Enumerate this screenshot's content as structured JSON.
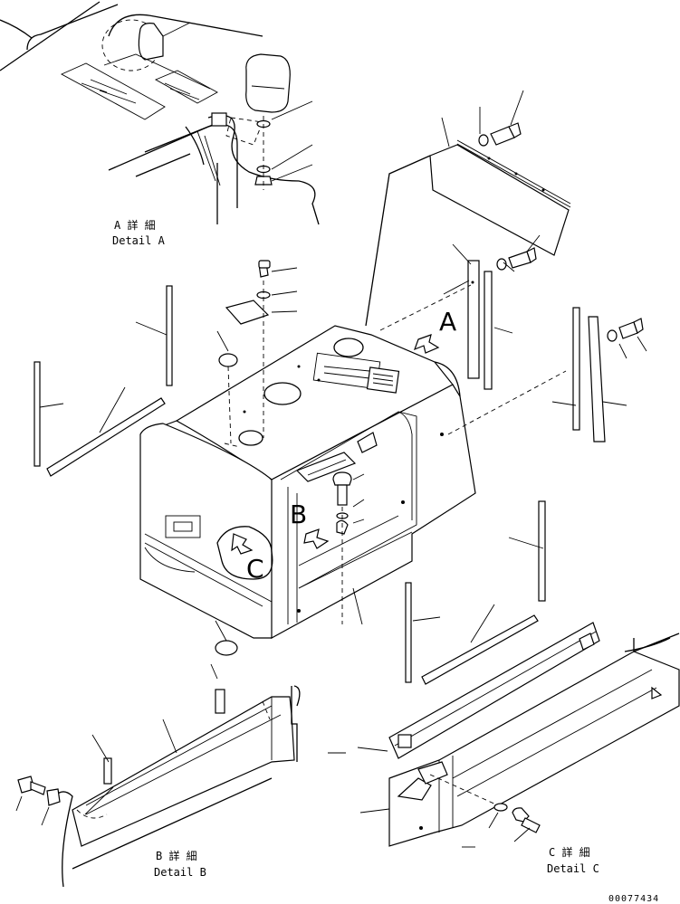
{
  "labels": {
    "detail_a_jp": "A 詳 細",
    "detail_a_en": "Detail A",
    "detail_b_jp": "B 詳 細",
    "detail_b_en": "Detail B",
    "detail_c_jp": "C 詳 細",
    "detail_c_en": "Detail C",
    "view_a": "A",
    "view_b": "B",
    "view_c": "C",
    "drawing_number": "00077434"
  }
}
